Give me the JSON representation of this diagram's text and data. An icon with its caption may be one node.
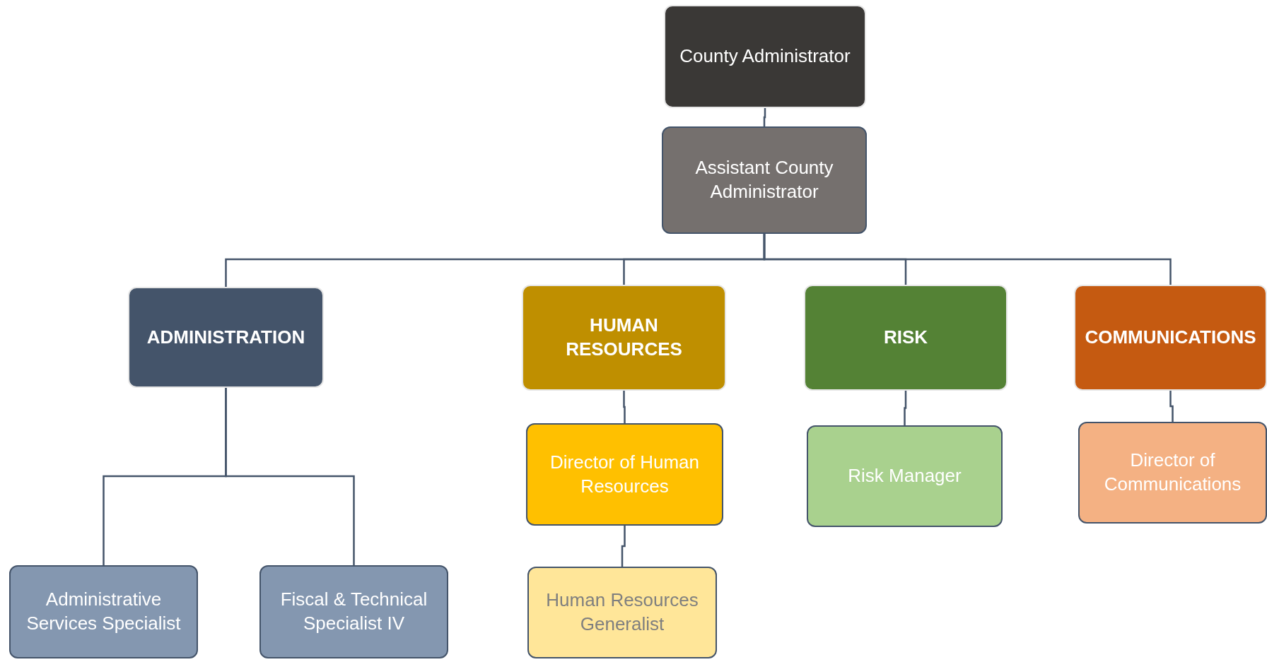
{
  "diagram": {
    "nodes": [
      {
        "text": [
          "County Administrator"
        ]
      },
      {
        "text": [
          "Assistant County Administrator"
        ]
      },
      {
        "text": [
          "ADMINISTRATION"
        ]
      },
      {
        "text": [
          "HUMAN RESOURCES"
        ]
      },
      {
        "text": [
          "RISK"
        ]
      },
      {
        "text": [
          "COMMUNICATIONS"
        ]
      },
      {
        "text": [
          "Administrative Services Specialist"
        ]
      },
      {
        "text": [
          "Fiscal & Technical Specialist IV"
        ]
      },
      {
        "text": [
          "Director of Human Resources"
        ]
      },
      {
        "text": [
          "Human Resources Generalist"
        ]
      },
      {
        "text": [
          "Risk Manager"
        ]
      },
      {
        "text": [
          "Director of Communications"
        ]
      }
    ],
    "edges": [
      {
        "from": 0,
        "to": 1,
        "arrow": "none"
      },
      {
        "from": 1,
        "to": 2,
        "arrow": "none"
      },
      {
        "from": 1,
        "to": 3,
        "arrow": "none"
      },
      {
        "from": 1,
        "to": 4,
        "arrow": "none"
      },
      {
        "from": 1,
        "to": 5,
        "arrow": "none"
      },
      {
        "from": 2,
        "to": 6,
        "arrow": "none"
      },
      {
        "from": 2,
        "to": 7,
        "arrow": "none"
      },
      {
        "from": 3,
        "to": 8,
        "arrow": "none"
      },
      {
        "from": 8,
        "to": 9,
        "arrow": "none"
      },
      {
        "from": 4,
        "to": 10,
        "arrow": "none"
      },
      {
        "from": 5,
        "to": 11,
        "arrow": "none"
      }
    ]
  }
}
